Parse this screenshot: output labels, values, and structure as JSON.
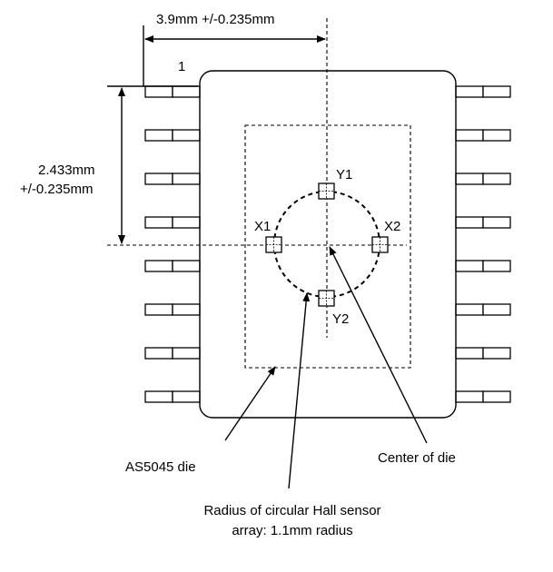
{
  "labels": {
    "pin1": "1",
    "x_offset": "3.9mm +/-0.235mm",
    "y_offset_line1": "2.433mm",
    "y_offset_line2": "+/-0.235mm",
    "sensor_y1": "Y1",
    "sensor_y2": "Y2",
    "sensor_x1": "X1",
    "sensor_x2": "X2",
    "die_label": "AS5045 die",
    "center_label": "Center of die",
    "radius_line1": "Radius of circular Hall sensor",
    "radius_line2": "array: 1.1mm radius"
  },
  "pins_per_side": 8
}
